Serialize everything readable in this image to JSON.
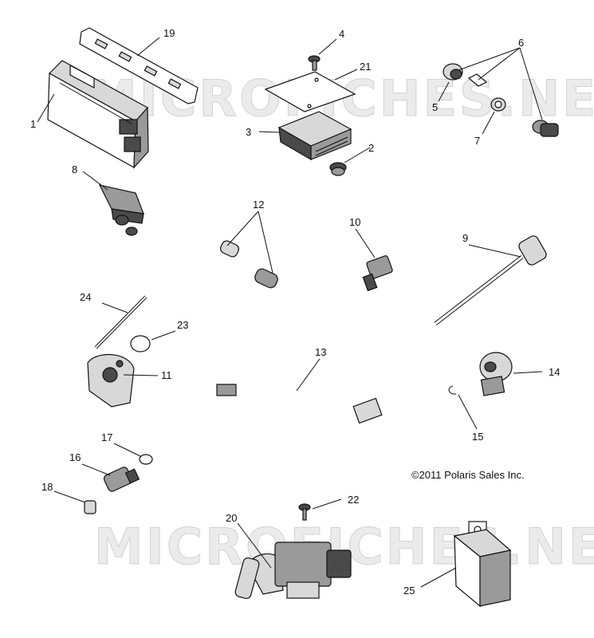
{
  "watermark": "MICROFICHES.NET",
  "copyright": "©2011 Polaris Sales Inc.",
  "callouts": [
    "1",
    "2",
    "3",
    "4",
    "5",
    "6",
    "7",
    "8",
    "9",
    "10",
    "11",
    "12",
    "13",
    "14",
    "15",
    "16",
    "17",
    "18",
    "19",
    "20",
    "21",
    "22",
    "23",
    "24",
    "25"
  ]
}
